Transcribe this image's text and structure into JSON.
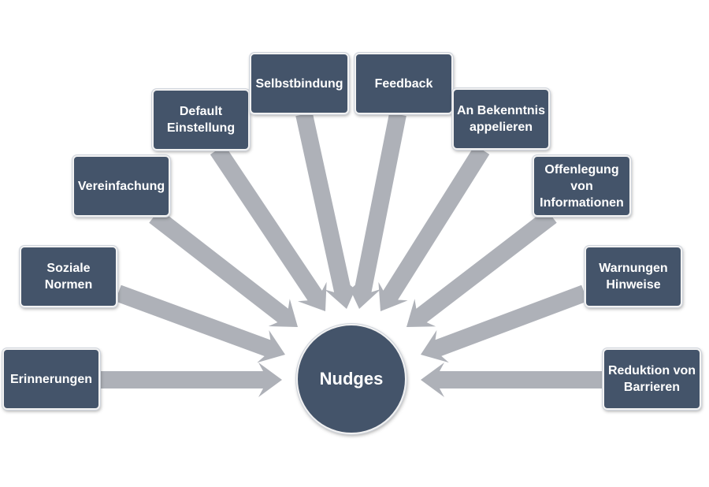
{
  "center": {
    "label": "Nudges"
  },
  "nodes": [
    {
      "id": "erinnerungen",
      "label": "Erinnerungen"
    },
    {
      "id": "soziale-normen",
      "label": "Soziale\nNormen"
    },
    {
      "id": "vereinfachung",
      "label": "Vereinfachung"
    },
    {
      "id": "default-einstellung",
      "label": "Default\nEinstellung"
    },
    {
      "id": "selbstbindung",
      "label": "Selbstbindung"
    },
    {
      "id": "feedback",
      "label": "Feedback"
    },
    {
      "id": "an-bekenntnis-appelieren",
      "label": "An Bekenntnis\nappelieren"
    },
    {
      "id": "offenlegung-von-informationen",
      "label": "Offenlegung\nvon\nInformationen"
    },
    {
      "id": "warnungen-hinweise",
      "label": "Warnungen\nHinweise"
    },
    {
      "id": "reduktion-von-barrieren",
      "label": "Reduktion von\nBarrieren"
    }
  ],
  "colors": {
    "node_fill": "#44546a",
    "arrow_fill": "#aeb1b8",
    "text": "#ffffff"
  }
}
